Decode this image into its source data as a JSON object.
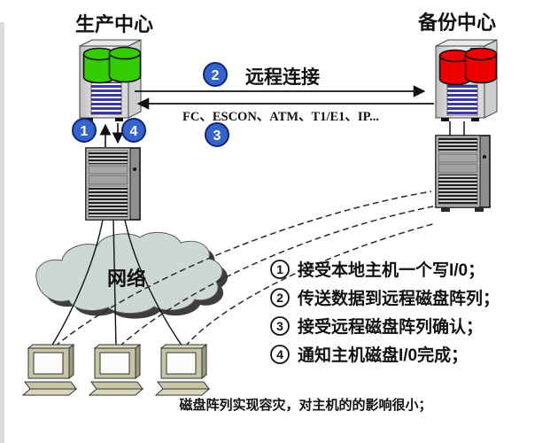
{
  "titles": {
    "production": "生产中心",
    "backup": "备份中心"
  },
  "connection": {
    "remote_link_label": "远程连接",
    "protocols_label": "FC、ESCON、ATM、T1/E1、IP...",
    "badges": {
      "b1": "1",
      "b2": "2",
      "b3": "3",
      "b4": "4"
    }
  },
  "network": {
    "label": "网络"
  },
  "steps": [
    {
      "num": "1",
      "text": "接受本地主机一个写I/0；"
    },
    {
      "num": "2",
      "text": "传送数据到远程磁盘阵列；"
    },
    {
      "num": "3",
      "text": "接受远程磁盘阵列确认；"
    },
    {
      "num": "4",
      "text": "通知主机磁盘I/0完成；"
    }
  ],
  "caption": "磁盘阵列实现容灾，对主机的的影响很小；",
  "colors": {
    "badge_fill": "#3565CC",
    "badge_border": "#14247A",
    "production_disk": "#33CC00",
    "backup_disk": "#EE0000",
    "line": "#111111"
  }
}
